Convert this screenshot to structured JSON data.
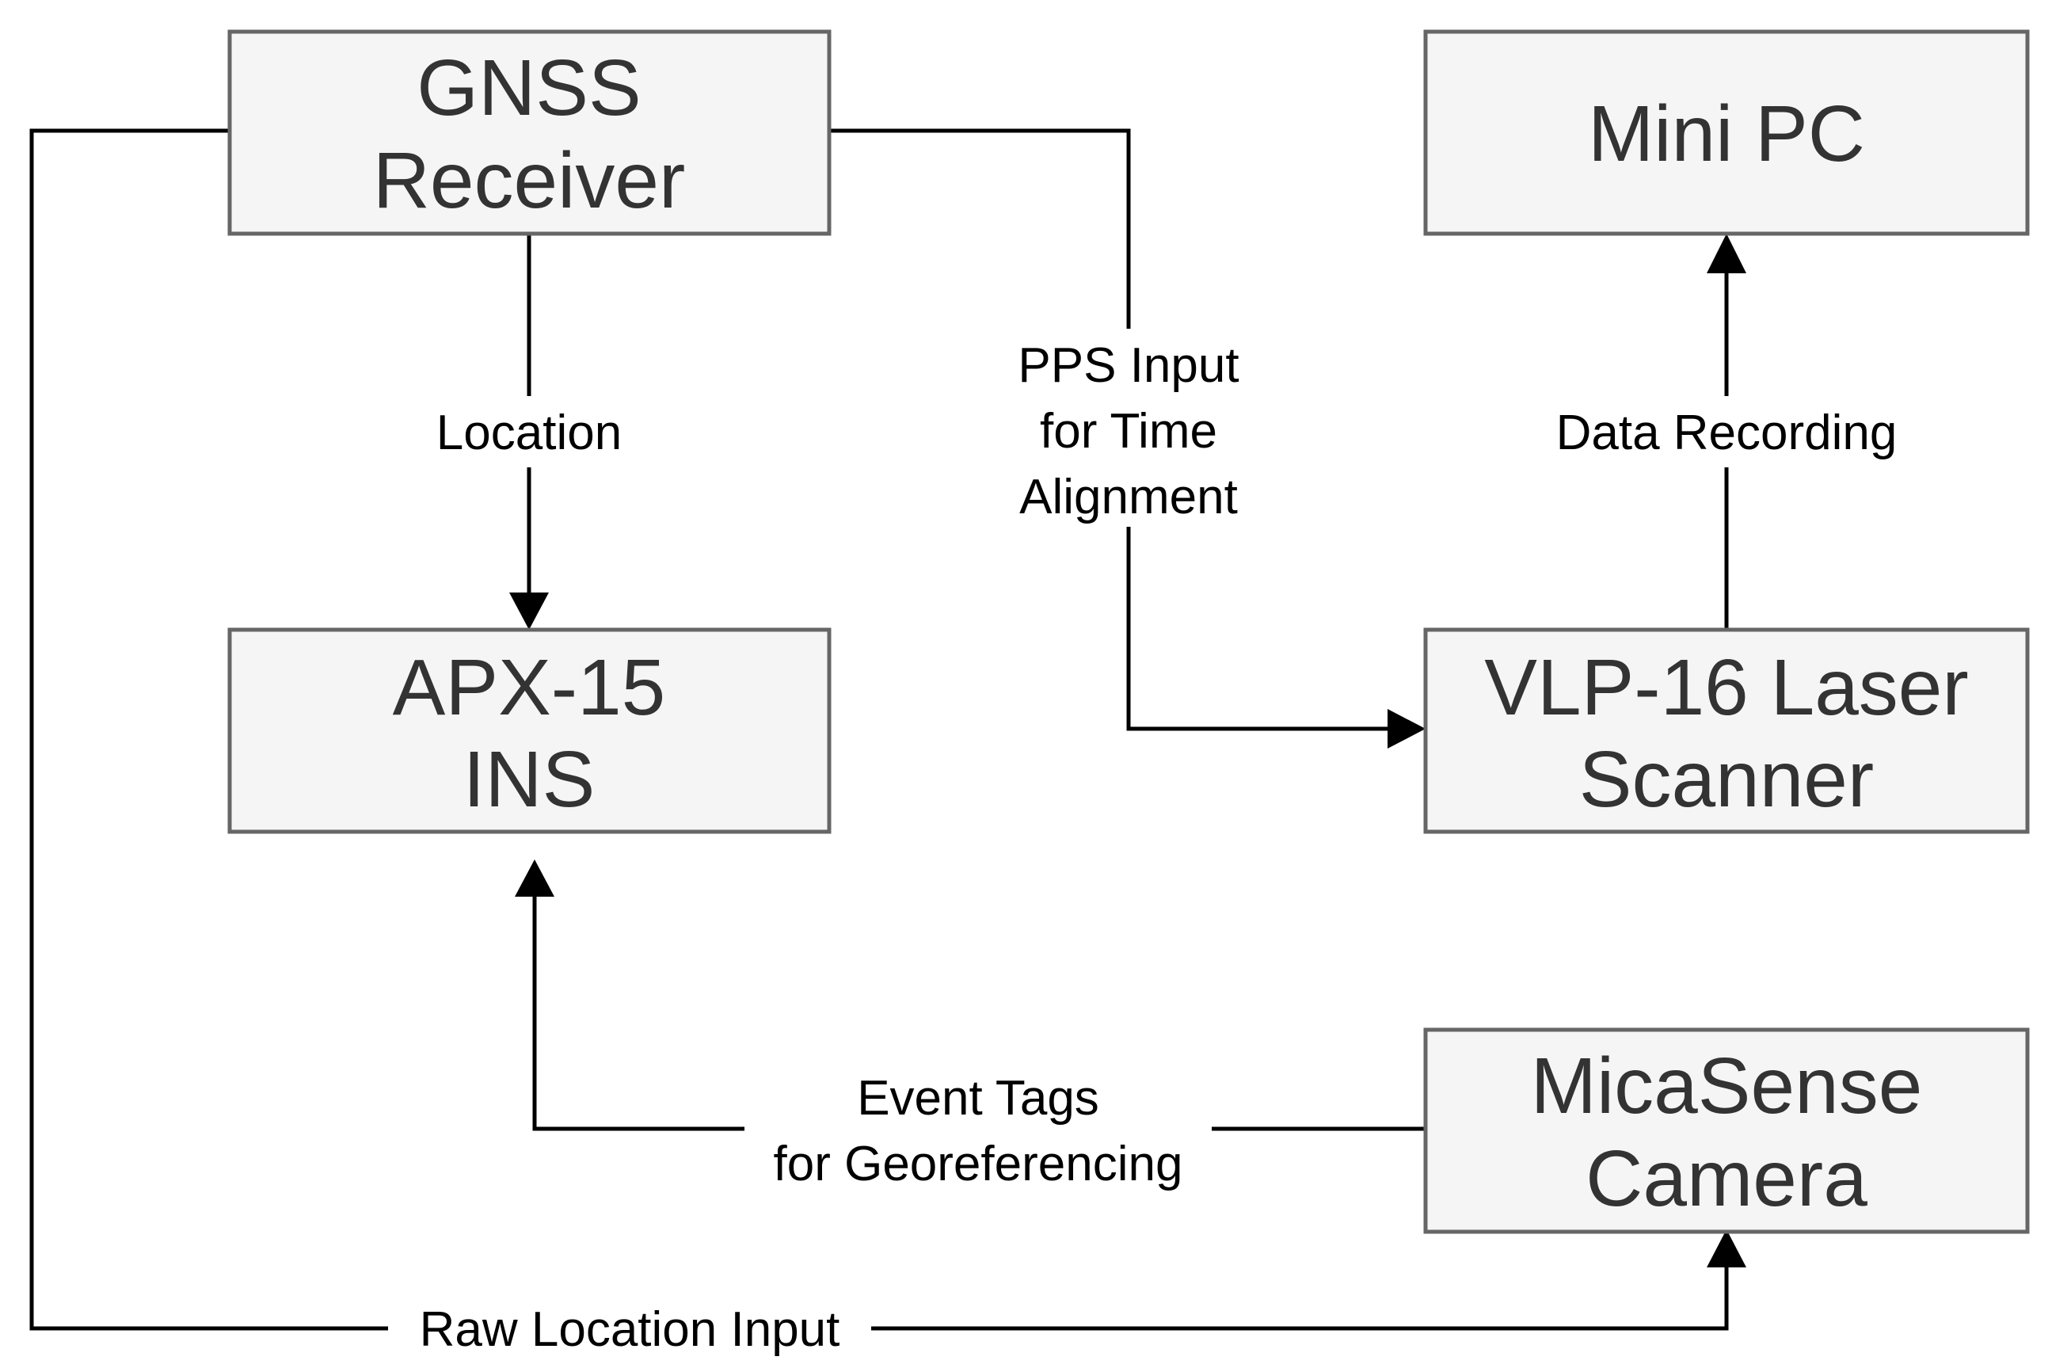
{
  "nodes": {
    "gnss": {
      "lines": [
        "GNSS",
        "Receiver"
      ]
    },
    "minipc": {
      "lines": [
        "Mini PC"
      ]
    },
    "apx": {
      "lines": [
        "APX-15",
        "INS"
      ]
    },
    "vlp": {
      "lines": [
        "VLP-16 Laser",
        "Scanner"
      ]
    },
    "micasense": {
      "lines": [
        "MicaSense",
        "Camera"
      ]
    }
  },
  "edges": {
    "location": {
      "lines": [
        "Location"
      ]
    },
    "pps": {
      "lines": [
        "PPS Input",
        "for Time",
        "Alignment"
      ]
    },
    "recording": {
      "lines": [
        "Data Recording"
      ]
    },
    "events": {
      "lines": [
        "Event Tags",
        "for Georeferencing"
      ]
    },
    "raw": {
      "lines": [
        "Raw Location Input"
      ]
    }
  },
  "colors": {
    "node_fill": "#f5f5f5",
    "node_stroke": "#666666",
    "node_text": "#333333",
    "edge": "#000000"
  }
}
